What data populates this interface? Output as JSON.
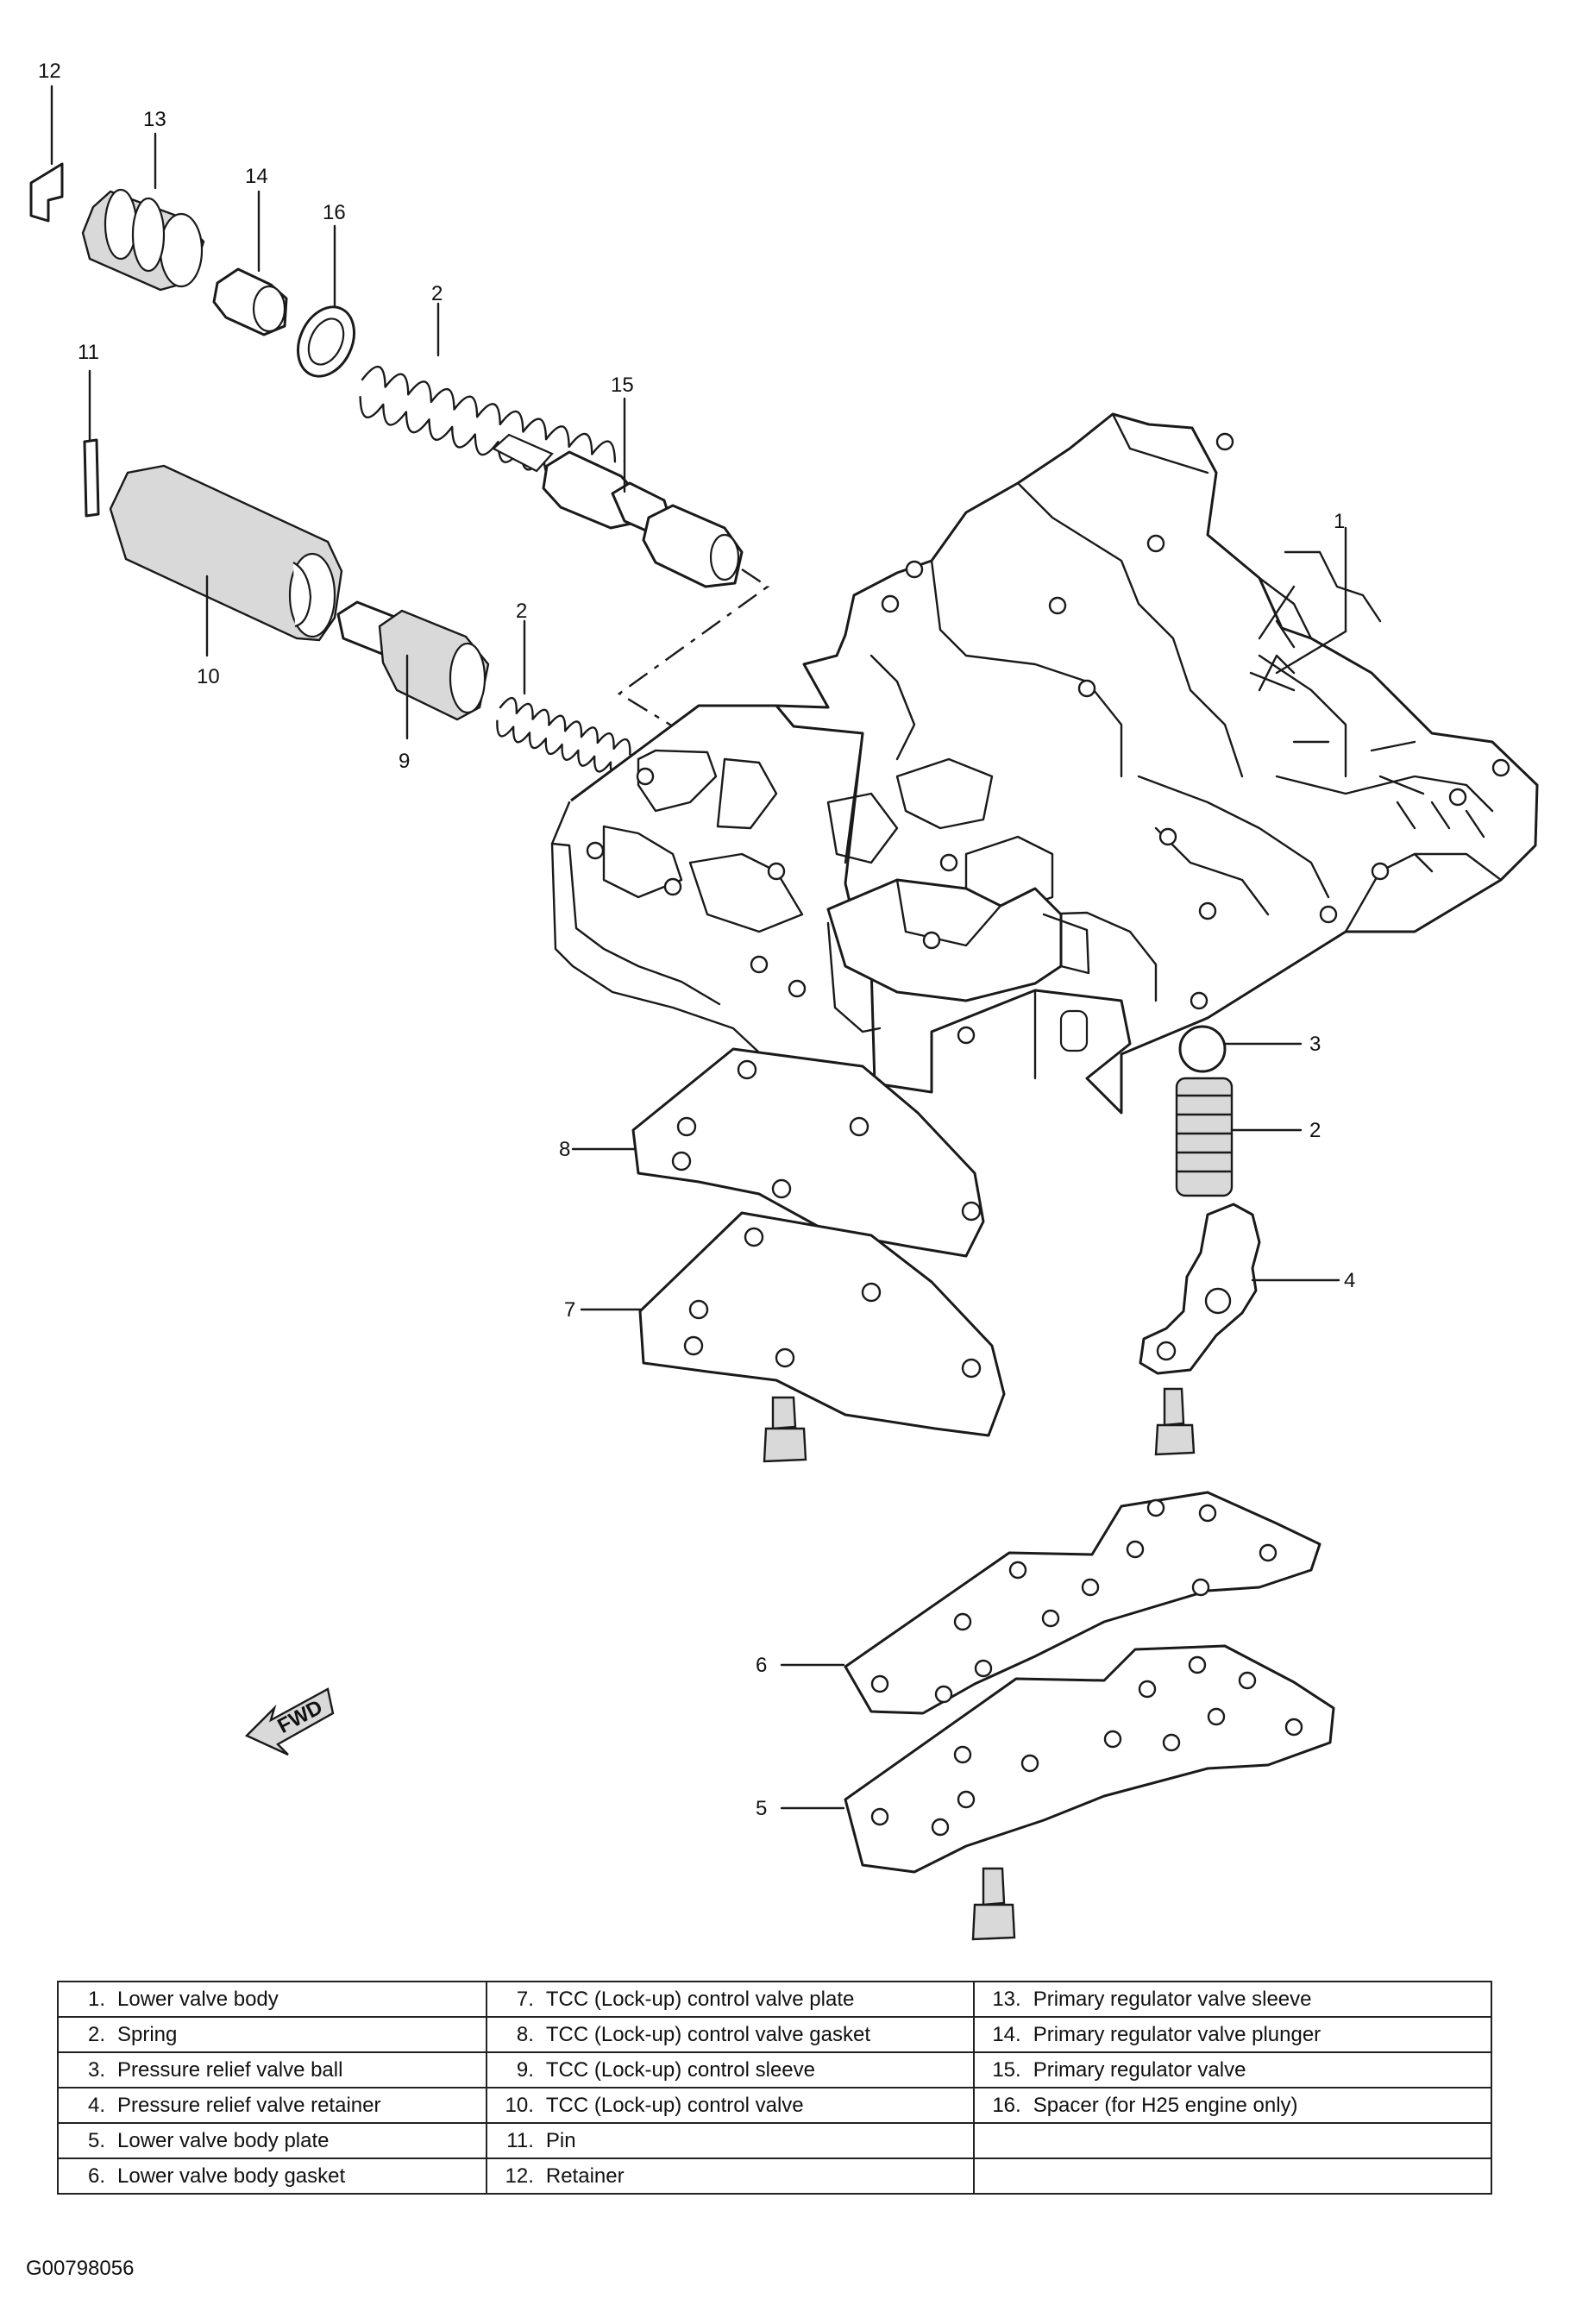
{
  "callouts": [
    "1",
    "2",
    "3",
    "4",
    "5",
    "6",
    "7",
    "8",
    "9",
    "10",
    "11",
    "12",
    "13",
    "14",
    "15",
    "16"
  ],
  "fwd_arrow_text": "FWD",
  "legend": [
    [
      {
        "num": "1.",
        "label": "Lower valve body"
      },
      {
        "num": "7.",
        "label": "TCC (Lock-up) control valve plate"
      },
      {
        "num": "13.",
        "label": "Primary regulator valve sleeve"
      }
    ],
    [
      {
        "num": "2.",
        "label": "Spring"
      },
      {
        "num": "8.",
        "label": "TCC (Lock-up) control valve gasket"
      },
      {
        "num": "14.",
        "label": "Primary regulator valve plunger"
      }
    ],
    [
      {
        "num": "3.",
        "label": "Pressure relief valve ball"
      },
      {
        "num": "9.",
        "label": "TCC (Lock-up) control sleeve"
      },
      {
        "num": "15.",
        "label": "Primary regulator valve"
      }
    ],
    [
      {
        "num": "4.",
        "label": "Pressure relief valve retainer"
      },
      {
        "num": "10.",
        "label": "TCC (Lock-up) control valve"
      },
      {
        "num": "16.",
        "label": "Spacer (for H25 engine only)"
      }
    ],
    [
      {
        "num": "5.",
        "label": "Lower valve body plate"
      },
      {
        "num": "11.",
        "label": "Pin"
      },
      {
        "num": "",
        "label": ""
      }
    ],
    [
      {
        "num": "6.",
        "label": "Lower valve body gasket"
      },
      {
        "num": "12.",
        "label": "Retainer"
      },
      {
        "num": "",
        "label": ""
      }
    ]
  ],
  "figure_code": "G00798056"
}
